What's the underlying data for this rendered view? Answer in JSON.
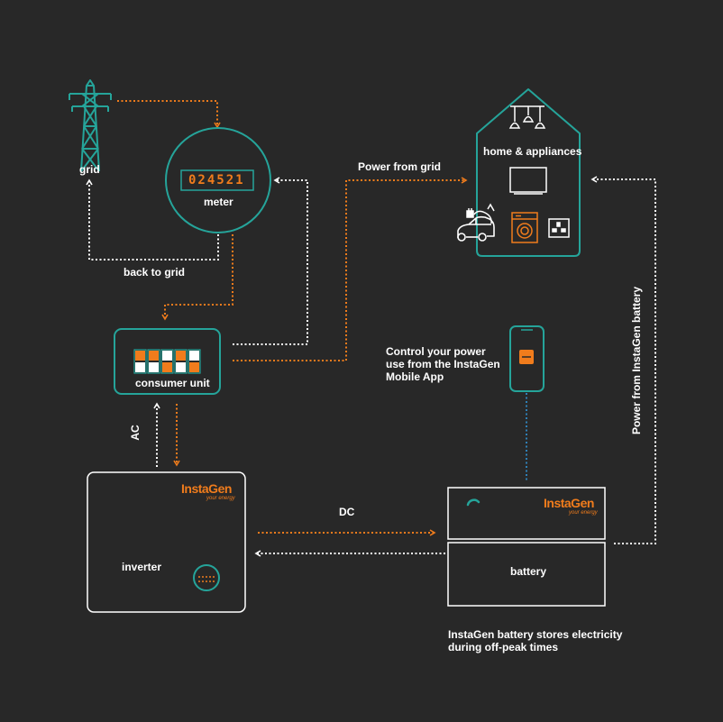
{
  "colors": {
    "background": "#282828",
    "teal": "#25a49a",
    "orange": "#f07c1c",
    "blue": "#2f7fb5",
    "white": "#ffffff"
  },
  "labels": {
    "grid": "grid",
    "meter": "meter",
    "back_to_grid": "back to grid",
    "power_from_grid": "Power  from grid",
    "home": "home & appliances",
    "consumer_unit": "consumer unit",
    "app_note": "Control your power use from the InstaGen Mobile App",
    "ac": "AC",
    "dc": "DC",
    "inverter": "inverter",
    "battery": "battery",
    "battery_note": "InstaGen battery stores electricity during off-peak times",
    "power_from_battery": "Power from InstaGen battery"
  },
  "meter_reading": "024521",
  "brand": {
    "name": "InstaGen",
    "tagline": "your energy"
  },
  "icons": {
    "pylon": "power-pylon-icon",
    "meter": "electricity-meter-icon",
    "house": "house-icon",
    "lamps": "pendant-lamps-icon",
    "tv": "television-icon",
    "ev": "electric-car-icon",
    "washer": "washing-machine-icon",
    "socket": "power-socket-icon",
    "phone": "smartphone-icon",
    "switches": "circuit-switches-icon"
  }
}
